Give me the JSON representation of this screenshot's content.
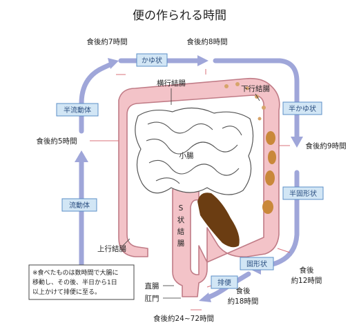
{
  "title": "便の作られる時間",
  "time_labels": {
    "h7": "食後約7時間",
    "h8": "食後約8時間",
    "h5": "食後約5時間",
    "h9": "食後約9時間",
    "h12_a": "食後",
    "h12_b": "約12時間",
    "h18_a": "食後",
    "h18_b": "約18時間",
    "h24": "食後約24~72時間"
  },
  "stages": {
    "paste": "かゆ状",
    "semi_fluid": "半流動体",
    "semi_paste": "半かゆ状",
    "fluid": "流動体",
    "semi_solid": "半固形状",
    "solid": "固形状",
    "stool": "排便"
  },
  "organs": {
    "transverse": "横行結腸",
    "descending": "下行結腸",
    "small_intestine": "小腸",
    "sigmoid_1": "S",
    "sigmoid_2": "状",
    "sigmoid_3": "結",
    "sigmoid_4": "腸",
    "ascending": "上行結腸",
    "rectum": "直腸",
    "anus": "肛門"
  },
  "note": {
    "line1": "※食べたものは数時間で大腸に",
    "line2": "移動し、その後、半日から1日",
    "line3": "以上かけて排便に至る。"
  },
  "colors": {
    "colon": "#f3c3c8",
    "colon_outline": "#c07b86",
    "stool": "#6b3d12",
    "stool_light": "#c9883a",
    "arrow": "#9fa6d9",
    "stage_box": "#d2e6f5",
    "stage_border": "#5b8fc7",
    "leader_line": "#d9707a"
  }
}
